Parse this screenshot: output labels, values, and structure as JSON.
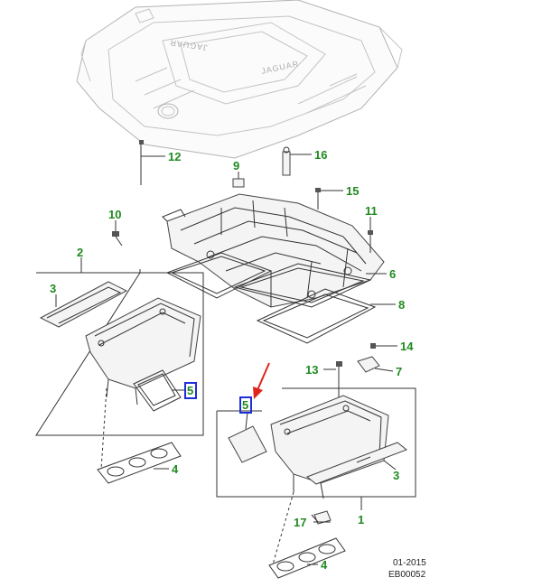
{
  "callouts": {
    "c1": "1",
    "c2": "2",
    "c3a": "3",
    "c3b": "3",
    "c4a": "4",
    "c4b": "4",
    "c5a": "5",
    "c5b": "5",
    "c6": "6",
    "c7": "7",
    "c8": "8",
    "c9": "9",
    "c10": "10",
    "c11": "11",
    "c12": "12",
    "c13": "13",
    "c14": "14",
    "c15": "15",
    "c16": "16",
    "c17": "17"
  },
  "engine_cover_text": [
    "JAGUAR",
    "JAGUAR"
  ],
  "footer": {
    "date": "01-2015",
    "ref": "EB00052"
  },
  "colors": {
    "callout": "#1f8a1f",
    "highlight_box": "#1c2fd6",
    "arrow": "#e0241b"
  }
}
